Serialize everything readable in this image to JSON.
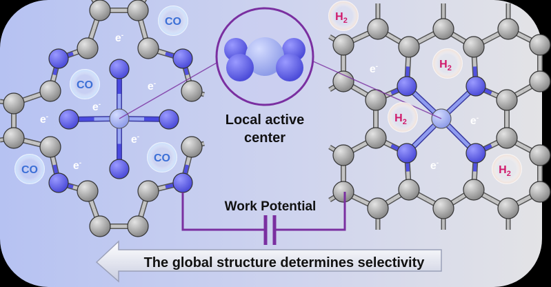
{
  "title": {
    "line1": "Local active",
    "line2": "center"
  },
  "work_potential": "Work Potential",
  "banner": "The global structure determines selectivity",
  "co_label": "CO",
  "h2_label": {
    "main": "H",
    "sub": "2"
  },
  "electron_label": {
    "main": "e",
    "sup": "-"
  },
  "colors": {
    "carbon": "#a8a8a8",
    "nitrogen": "#6c6cf0",
    "metal": "#a9b6f6",
    "purple": "#7a2fa0",
    "co_text": "#3b6fd6",
    "h2_text": "#d0196a"
  }
}
